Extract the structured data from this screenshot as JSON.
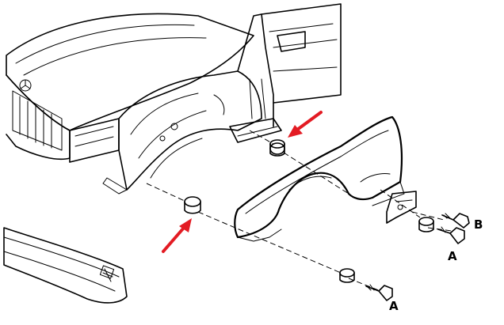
{
  "labels": {
    "bolt_b": "B",
    "bolt_a_upper": "A",
    "bolt_a_lower": "A"
  },
  "arrow_color": "#e31b23",
  "highlighted_parts": [
    "upper-fender-bushing",
    "lower-fender-bushing"
  ]
}
